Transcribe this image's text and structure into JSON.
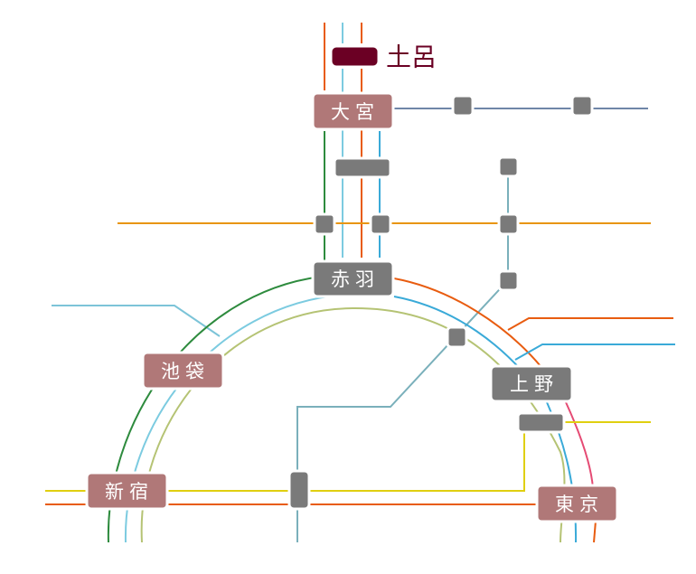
{
  "colors": {
    "major_station": "#b07878",
    "minor_station": "#7a7a7a",
    "highlight_station": "#6b0024",
    "green": "#2e8b3e",
    "light_blue": "#7ccbe0",
    "blue": "#3aaad8",
    "olive": "#b5c374",
    "orange": "#e85c10",
    "amber": "#e8950f",
    "yellow": "#e0cf10",
    "pink": "#e54b74",
    "slate": "#6f86a8",
    "teal": "#7ab0bb",
    "sky": "#7cc4d8"
  },
  "stations": {
    "toro": "土呂",
    "omiya": "大宮",
    "akabane": "赤羽",
    "ikebukuro": "池袋",
    "ueno": "上野",
    "shinjuku": "新宿",
    "tokyo": "東京"
  }
}
